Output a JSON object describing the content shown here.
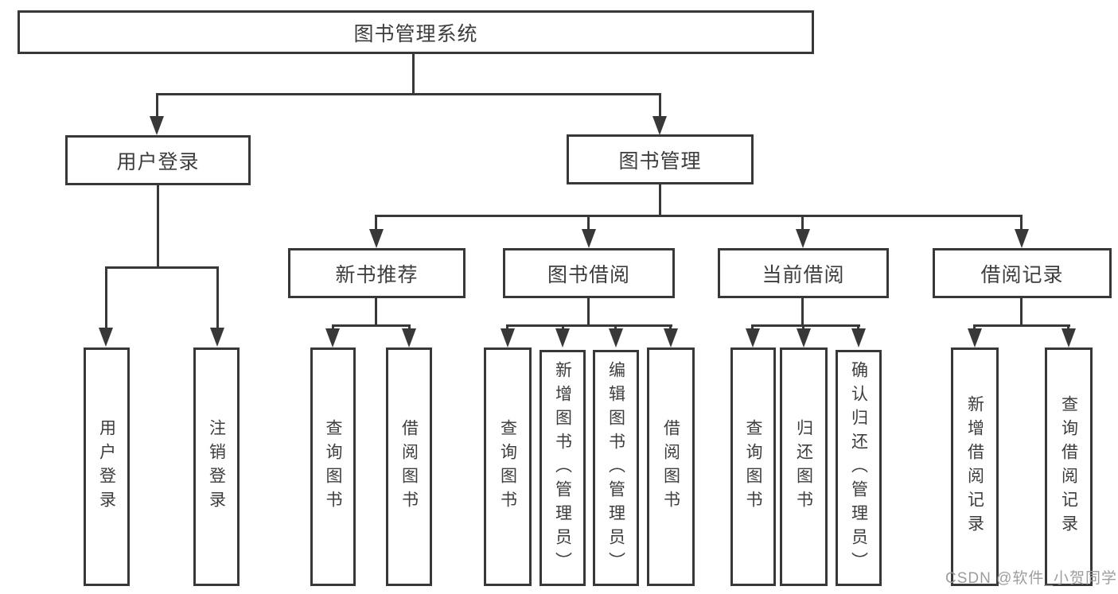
{
  "diagram": {
    "title_note": "functional structure chart",
    "root": {
      "label": "图书管理系统"
    },
    "level2": [
      {
        "label": "用户登录"
      },
      {
        "label": "图书管理"
      }
    ],
    "level3": [
      {
        "label": "新书推荐"
      },
      {
        "label": "图书借阅"
      },
      {
        "label": "当前借阅"
      },
      {
        "label": "借阅记录"
      }
    ],
    "leaves": {
      "user_login": [
        {
          "label": "用户登录"
        },
        {
          "label": "注销登录"
        }
      ],
      "new_book_recommend": [
        {
          "label": "查询图书"
        },
        {
          "label": "借阅图书"
        }
      ],
      "book_borrow": [
        {
          "label": "查询图书"
        },
        {
          "label": "新增图书（管理员）"
        },
        {
          "label": "编辑图书（管理员）"
        },
        {
          "label": "借阅图书"
        }
      ],
      "current_borrow": [
        {
          "label": "查询图书"
        },
        {
          "label": "归还图书"
        },
        {
          "label": "确认归还（管理员）"
        }
      ],
      "borrow_records": [
        {
          "label": "新增借阅记录"
        },
        {
          "label": "查询借阅记录"
        }
      ]
    }
  },
  "watermark": {
    "text": "CSDN @软件_小贺同学"
  },
  "colors": {
    "line": "#383838",
    "text": "#3d3d3d",
    "watermark": "#9d9d9d",
    "background": "#ffffff"
  }
}
